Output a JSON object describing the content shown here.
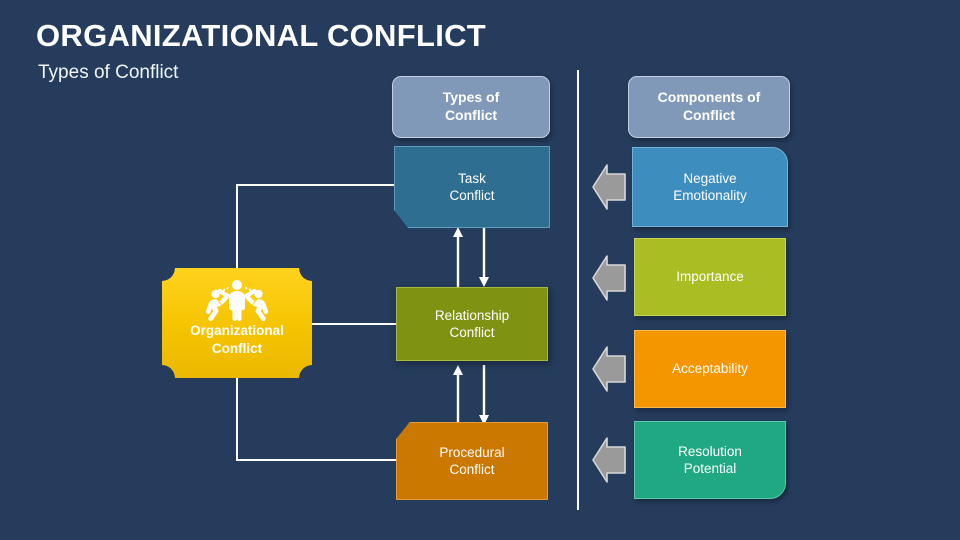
{
  "slide": {
    "title": "ORGANIZATIONAL CONFLICT",
    "subtitle": "Types of Conflict",
    "background_color": "#253c5c"
  },
  "headers": {
    "types": "Types of\nConflict",
    "types_line1": "Types of",
    "types_line2": "Conflict",
    "components": "Components of\nConflict",
    "components_line1": "Components of",
    "components_line2": "Conflict",
    "fill_color": "#8199b8",
    "border_color": "#c3cfe0"
  },
  "center": {
    "label_line1": "Organizational",
    "label_line2": "Conflict",
    "icon": "three-people-conflict-icon",
    "fill_color": "#f5c400",
    "text_color": "#ffffff"
  },
  "types_of_conflict": [
    {
      "id": "task-conflict",
      "line1": "Task",
      "line2": "Conflict",
      "fill_color": "#2e6e90",
      "border_color": "#5f9cbd",
      "shape": "bevel-bottom-left"
    },
    {
      "id": "relationship-conflict",
      "line1": "Relationship",
      "line2": "Conflict",
      "fill_color": "#7f9212",
      "border_color": "#a7ba3e",
      "shape": "rectangle"
    },
    {
      "id": "procedural-conflict",
      "line1": "Procedural",
      "line2": "Conflict",
      "fill_color": "#cb7800",
      "border_color": "#e59b33",
      "shape": "bevel-top-left"
    }
  ],
  "components_of_conflict": [
    {
      "id": "negative-emotionality",
      "line1": "Negative",
      "line2": "Emotionality",
      "fill_color": "#3d8dbe",
      "border_color": "#73b3d8",
      "shape": "round-top-right"
    },
    {
      "id": "importance",
      "line1": "Importance",
      "line2": "",
      "fill_color": "#aabd22",
      "border_color": "#c6d45c",
      "shape": "rectangle"
    },
    {
      "id": "acceptability",
      "line1": "Acceptability",
      "line2": "",
      "fill_color": "#f49600",
      "border_color": "#ffba4d",
      "shape": "rectangle"
    },
    {
      "id": "resolution-potential",
      "line1": "Resolution",
      "line2": "Potential",
      "fill_color": "#1fa882",
      "border_color": "#5ec8ab",
      "shape": "round-bottom-right"
    }
  ],
  "connector_arrows": {
    "color": "#ffffff",
    "component_arrow_color": "#9a9a9a",
    "component_arrow_border": "#d8d8d8",
    "component_arrow_direction": "left"
  }
}
